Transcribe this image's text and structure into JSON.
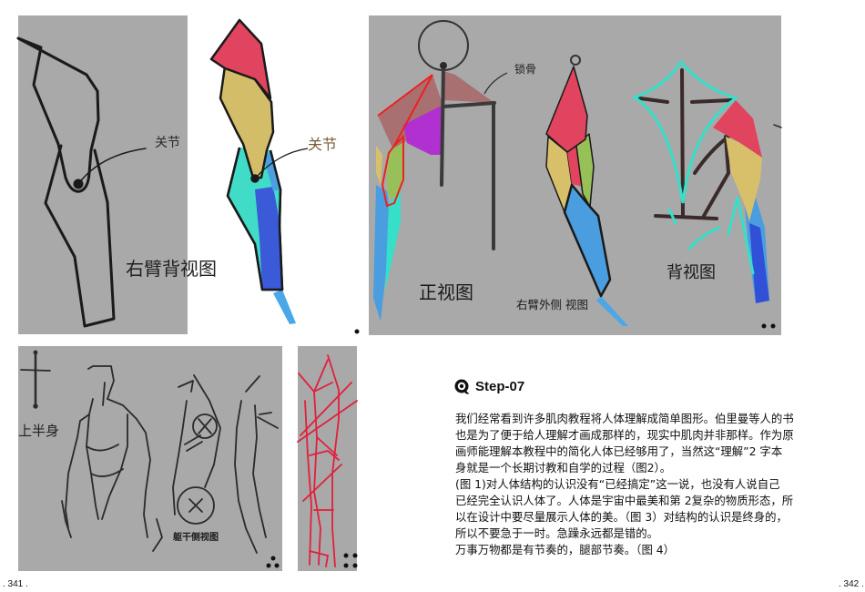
{
  "palette": {
    "panel_gray": "#a9a9a9",
    "deltoid_red": "#e0405a",
    "triceps_yellow": "#d8c06a",
    "forearm_blue": "#4a9ee0",
    "forearm_dark_blue": "#3050d8",
    "cyan_outline": "#36e0c8",
    "biceps_green": "#98c058",
    "chest_purple": "#b030d0",
    "shoulder_mauve": "#a87070",
    "leg_red": "#e0203c"
  },
  "figures": {
    "fig1_bone": {
      "joint_label": "关节"
    },
    "fig1_colored": {
      "joint_label": "关节",
      "caption": "右臂背视图"
    },
    "fig2": {
      "clavicle_label": "锁骨",
      "front_caption": "正视图",
      "side_caption": "右臂外侧 视图",
      "back_caption": "背视图"
    },
    "fig3": {
      "upper_body_label": "上半身",
      "torso_side_caption": "躯干侧视图"
    }
  },
  "article": {
    "step_title": "Step-07",
    "lines": [
      "我们经常看到许多肌肉教程将人体理解成简单图形。伯里曼等人的书",
      "也是为了便于给人理解才画成那样的，现实中肌肉并非那样。作为原",
      "画师能理解本教程中的简化人体已经够用了，当然这“理解”2 字本",
      "身就是一个长期讨教和自学的过程（图2）。",
      "(图 1)对人体结构的认识没有“已经搞定”这一说，也没有人说自己",
      "已经完全认识人体了。人体是宇宙中最美和第 2复杂的物质形态，所",
      "以在设计中要尽量展示人体的美。（图 3）对结构的认识是终身的，",
      "所以不要急于一时。急躁永远都是错的。",
      "万事万物都是有节奏的，腿部节奏。（图 4）"
    ]
  },
  "page_numbers": {
    "left": ". 341 .",
    "right": ". 342 ."
  }
}
